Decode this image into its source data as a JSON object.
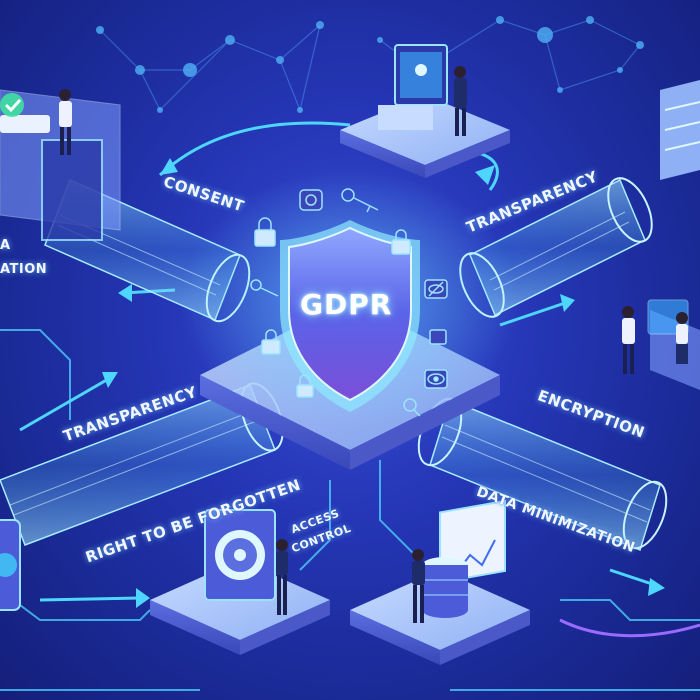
{
  "center": {
    "shield_text": "GDPR"
  },
  "labels": {
    "consent": "CONSENT",
    "transparency_top": "TRANSPARENCY",
    "transparency_left": "TRANSPARENCY",
    "encryption": "ENCRYPTION",
    "data_minimization": "DATA MINIMIZATION",
    "right_to_be_forgotten": "RIGHT TO BE FORGOTTEN",
    "access_control_1": "ACCESS",
    "access_control_2": "CONTROL",
    "left_edge_1": "A",
    "left_edge_2": "ATION"
  },
  "icons": [
    "shield-icon",
    "lock-icon",
    "key-icon",
    "eye-icon",
    "magnifier-icon",
    "fingerprint-icon",
    "database-icon",
    "monitor-icon",
    "server-icon",
    "dial-lock-icon",
    "check-icon",
    "person-icon"
  ],
  "colors": {
    "background": "#2637b8",
    "glow": "#8fe9ff",
    "accent": "#4fd6ff",
    "purple": "#8b5cf6"
  }
}
